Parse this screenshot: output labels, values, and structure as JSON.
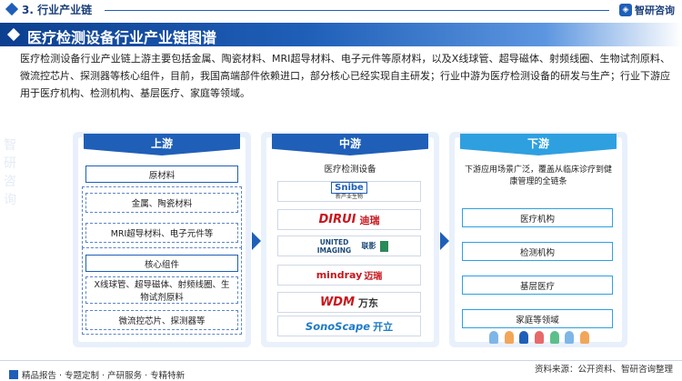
{
  "header": {
    "section_title": "3. 行业产业链",
    "brand": "智研咨询",
    "page_title": "医疗检测设备行业产业链图谱"
  },
  "intro": "医疗检测设备行业产业链上游主要包括金属、陶瓷材料、MRI超导材料、电子元件等原材料，以及X线球管、超导磁体、射频线圈、生物试剂原料、微流控芯片、探测器等核心组件，目前，我国高端部件依赖进口，部分核心已经实现自主研发；行业中游为医疗检测设备的研发与生产；行业下游应用于医疗机构、检测机构、基层医疗、家庭等领域。",
  "watermark": "智研咨询",
  "upstream": {
    "title": "上游",
    "raw_header": "原材料",
    "raw_items": [
      "金属、陶瓷材料",
      "MRI超导材料、电子元件等"
    ],
    "core_header": "核心组件",
    "core_items": [
      "X线球管、超导磁体、射频线圈、生物试剂原料",
      "微流控芯片、探测器等"
    ]
  },
  "midstream": {
    "title": "中游",
    "subtitle": "医疗检测设备",
    "logos": [
      {
        "text": "Snibe",
        "sub": "新产业生物"
      },
      {
        "text": "DIRUI",
        "sub": "迪瑞"
      },
      {
        "text": "UNITED IMAGING",
        "sub": "联影"
      },
      {
        "text": "mindray",
        "sub": "迈瑞"
      },
      {
        "text": "WDM",
        "sub": "万东"
      },
      {
        "text": "SonoScape",
        "sub": "开立"
      }
    ]
  },
  "downstream": {
    "title": "下游",
    "desc": "下游应用场景广泛，覆盖从临床诊疗到健康管理的全链条",
    "items": [
      "医疗机构",
      "检测机构",
      "基层医疗",
      "家庭等领域"
    ]
  },
  "footer": {
    "left": "精品报告 · 专题定制 · 产研服务 · 专精特新",
    "right": "资料来源：公开资料、智研咨询整理"
  },
  "colors": {
    "primary": "#1f5fb8",
    "accent": "#2ea0e0",
    "dark": "#0d3f8f"
  }
}
